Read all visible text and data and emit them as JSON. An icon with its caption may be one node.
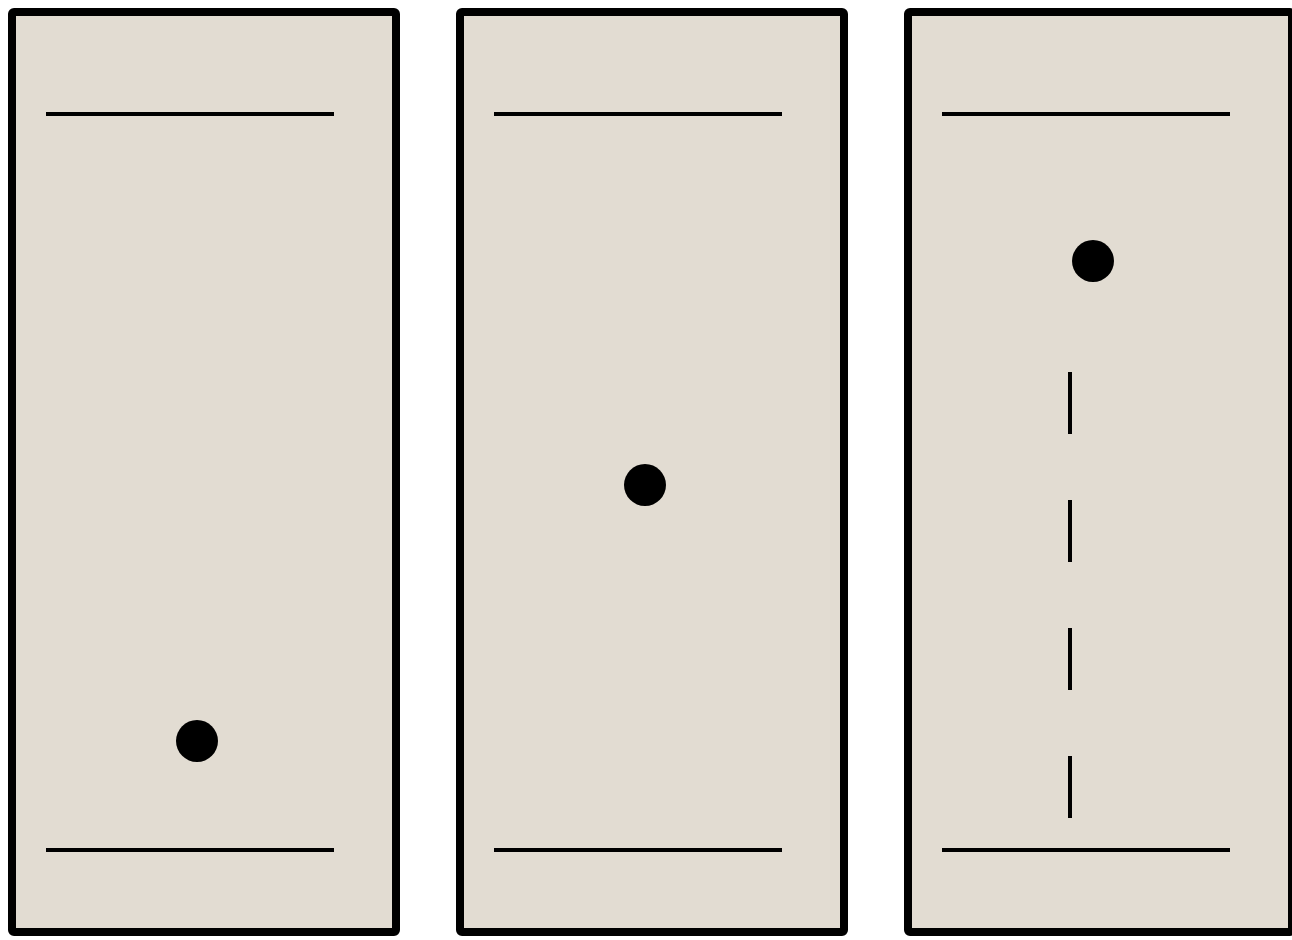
{
  "diagram": {
    "nodes": [
      {
        "text": [],
        "shape": "box"
      },
      {
        "text": [],
        "shape": "circle",
        "in": 0
      },
      {
        "text": [],
        "shape": "box"
      },
      {
        "text": [],
        "shape": "circle",
        "in": 2
      },
      {
        "text": [],
        "shape": "box"
      },
      {
        "text": [],
        "shape": "circle",
        "in": 4
      }
    ]
  }
}
